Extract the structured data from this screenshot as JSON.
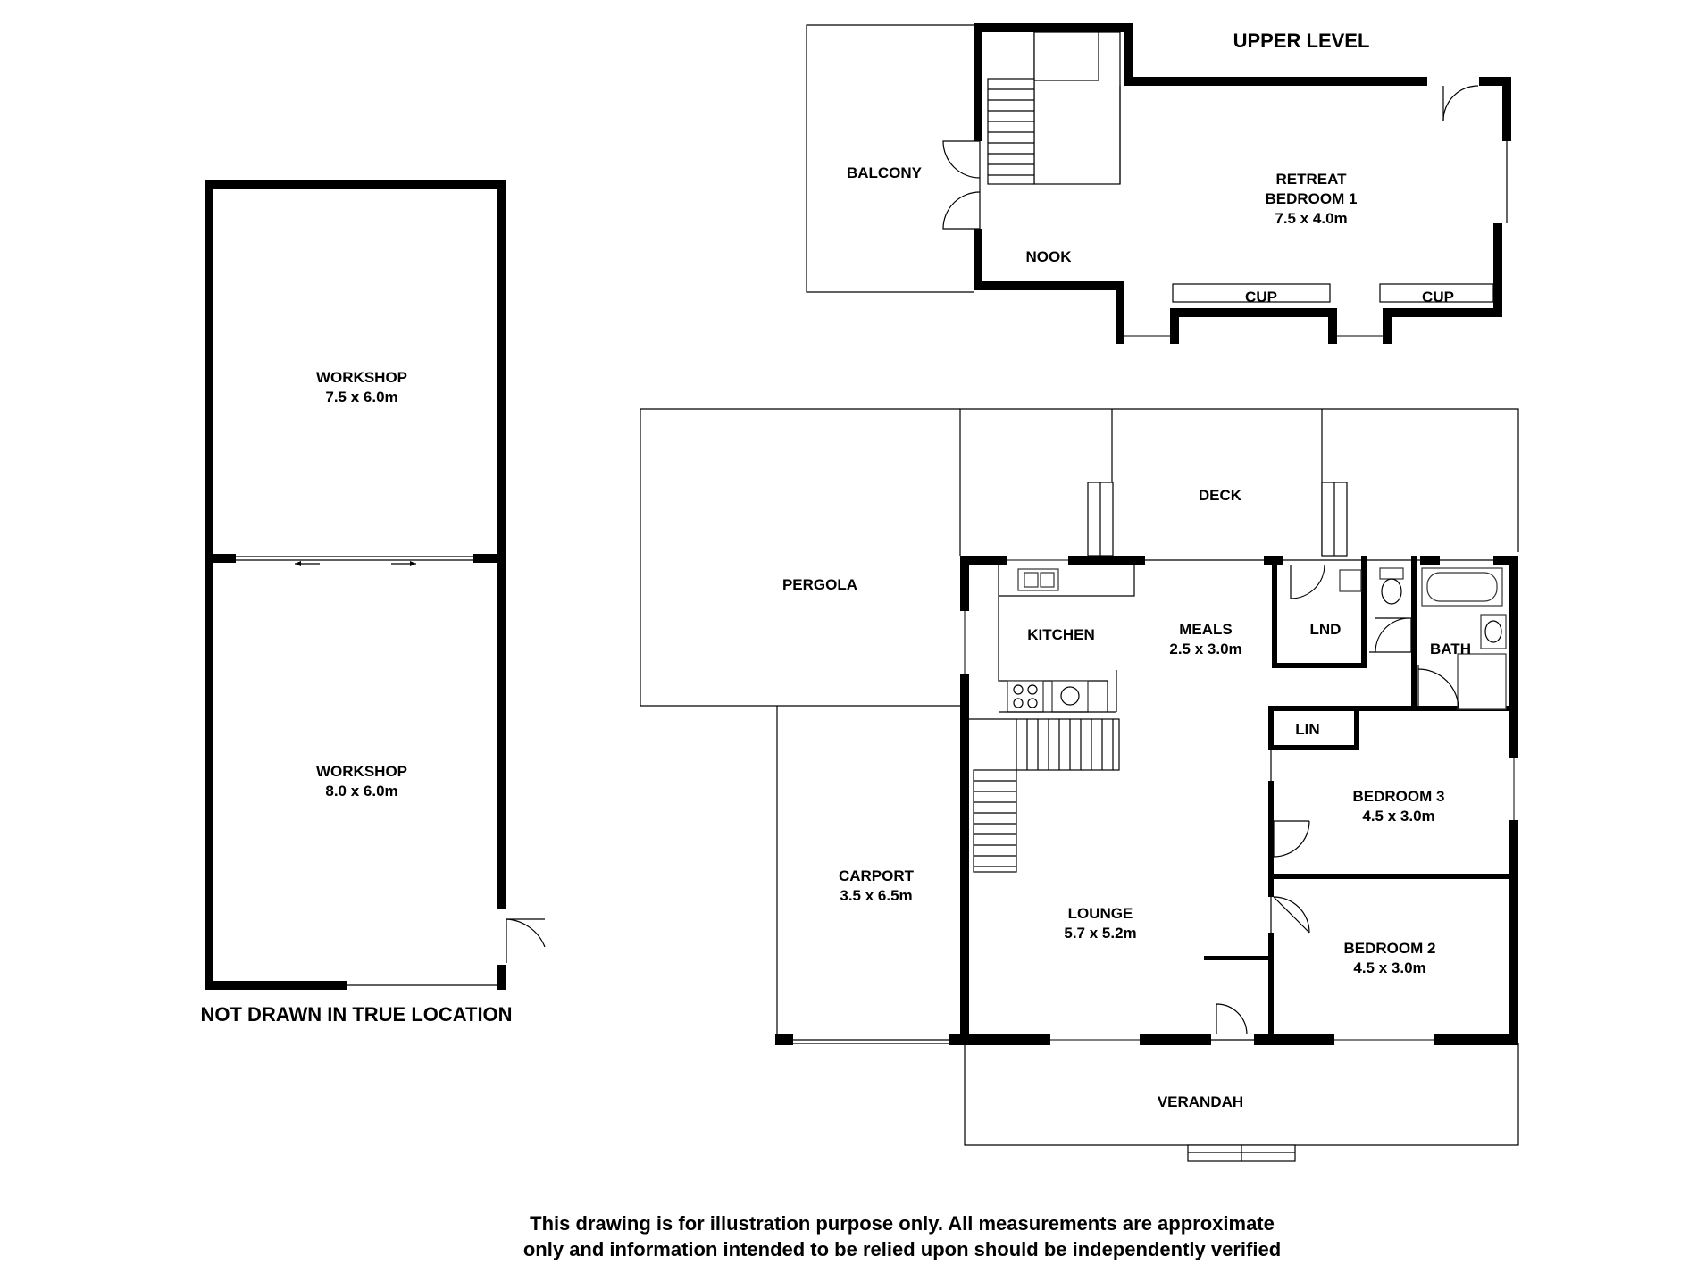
{
  "upper_level": {
    "heading": "UPPER LEVEL",
    "balcony": "BALCONY",
    "nook": "NOOK",
    "retreat_name": "RETREAT",
    "bedroom1_name": "BEDROOM 1",
    "bedroom1_size": "7.5 x 4.0m",
    "cup_left": "CUP",
    "cup_right": "CUP"
  },
  "main_level": {
    "deck": "DECK",
    "pergola": "PERGOLA",
    "kitchen": "KITCHEN",
    "meals_name": "MEALS",
    "meals_size": "2.5 x 3.0m",
    "lnd": "LND",
    "bath": "BATH",
    "lin": "LIN",
    "bedroom3_name": "BEDROOM 3",
    "bedroom3_size": "4.5 x 3.0m",
    "bedroom2_name": "BEDROOM 2",
    "bedroom2_size": "4.5 x 3.0m",
    "carport_name": "CARPORT",
    "carport_size": "3.5 x 6.5m",
    "lounge_name": "LOUNGE",
    "lounge_size": "5.7 x 5.2m",
    "verandah": "VERANDAH"
  },
  "workshop": {
    "top_name": "WORKSHOP",
    "top_size": "7.5 x 6.0m",
    "bottom_name": "WORKSHOP",
    "bottom_size": "8.0 x 6.0m",
    "location_note": "NOT DRAWN IN TRUE LOCATION"
  },
  "disclaimer": {
    "line1": "This drawing is for illustration purpose only. All measurements are approximate",
    "line2": "only and information intended to be relied upon should be independently verified"
  }
}
